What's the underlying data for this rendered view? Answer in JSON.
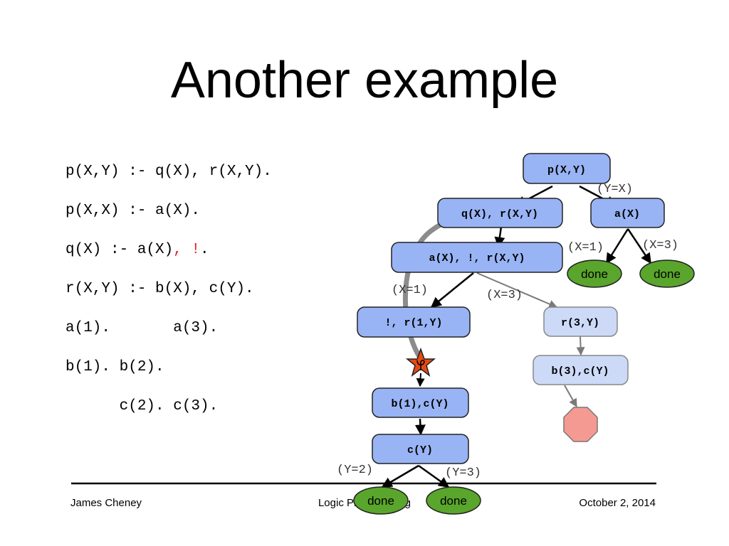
{
  "title": "Another example",
  "program": {
    "line1": "p(X,Y) :- q(X), r(X,Y).",
    "line2": "p(X,X) :- a(X).",
    "line3_main": "q(X) :- a(X)",
    "line3_cut": ", !",
    "line3_end": ".",
    "line4": "r(X,Y) :- b(X), c(Y).",
    "line5": "a(1).       a(3).",
    "line6": "b(1). b(2).",
    "line7": "      c(2). c(3)."
  },
  "tree": {
    "nodes": {
      "root": "p(X,Y)",
      "conj": "q(X), r(X,Y)",
      "ax": "a(X)",
      "conj2": "a(X), !, r(X,Y)",
      "cut_r": "!, r(1,Y)",
      "r3y": "r(3,Y)",
      "b3c": "b(3),c(Y)",
      "b1c": "b(1),c(Y)",
      "cy": "c(Y)"
    },
    "edge_labels": {
      "y_eq_x": "(Y=X)",
      "x1_right": "(X=1)",
      "x3_right": "(X=3)",
      "x1_left": "(X=1)",
      "x3_mid": "(X=3)",
      "y2": "(Y=2)",
      "y3": "(Y=3)"
    },
    "done_label": "done"
  },
  "colors": {
    "node_fill": "#99b4f5",
    "node_faded_fill": "#ccdaf8",
    "done_fill": "#5aa52c",
    "fail_fill": "#f59a92",
    "cut_star": "#e64a12",
    "cut_text": "#e32222"
  },
  "footer": {
    "author": "James Cheney",
    "course": "Logic Programming",
    "date": "October 2, 2014"
  }
}
